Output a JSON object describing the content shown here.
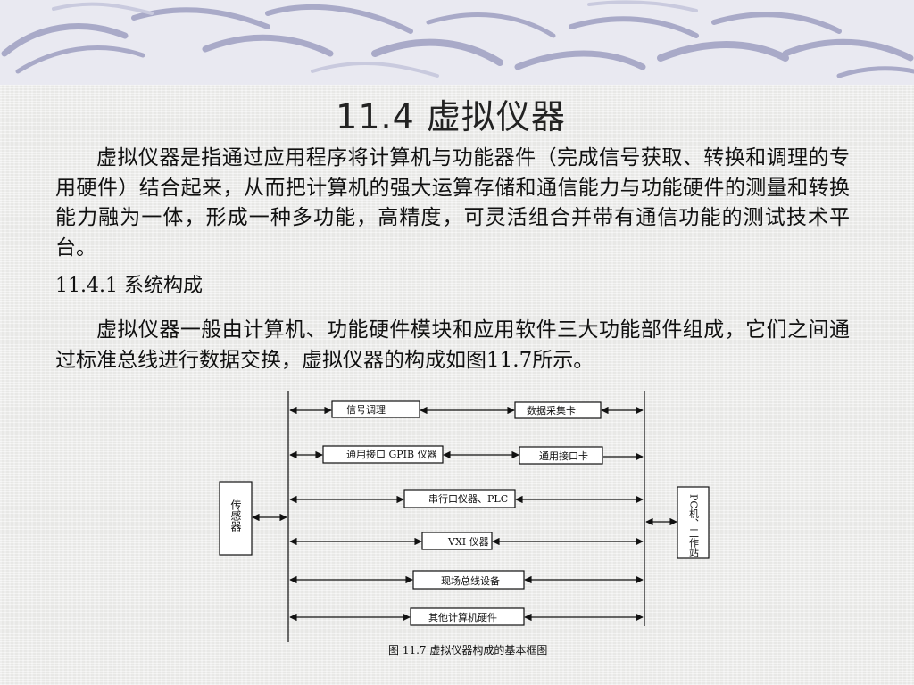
{
  "title": "11.4  虚拟仪器",
  "para1": "虚拟仪器是指通过应用程序将计算机与功能器件（完成信号获取、转换和调理的专用硬件）结合起来，从而把计算机的强大运算存储和通信能力与功能硬件的测量和转换能力融为一体，形成一种多功能，高精度，可灵活组合并带有通信功能的测试技术平台。",
  "subhead": "11.4.1  系统构成",
  "para2": "虚拟仪器一般由计算机、功能硬件模块和应用软件三大功能部件组成，它们之间通过标准总线进行数据交换，虚拟仪器的构成如图11.7所示。",
  "diagram": {
    "sensor": "传感器",
    "pc": "PC机、工作站",
    "signal_cond": "信号调理",
    "daq_card": "数据采集卡",
    "gpib_inst": "通用接口 GPIB 仪器",
    "gpib_card": "通用接口卡",
    "serial": "串行口仪器、PLC",
    "vxi": "VXI 仪器",
    "fieldbus": "现场总线设备",
    "other": "其他计算机硬件",
    "caption": "图 11.7    虚拟仪器构成的基本框图"
  }
}
